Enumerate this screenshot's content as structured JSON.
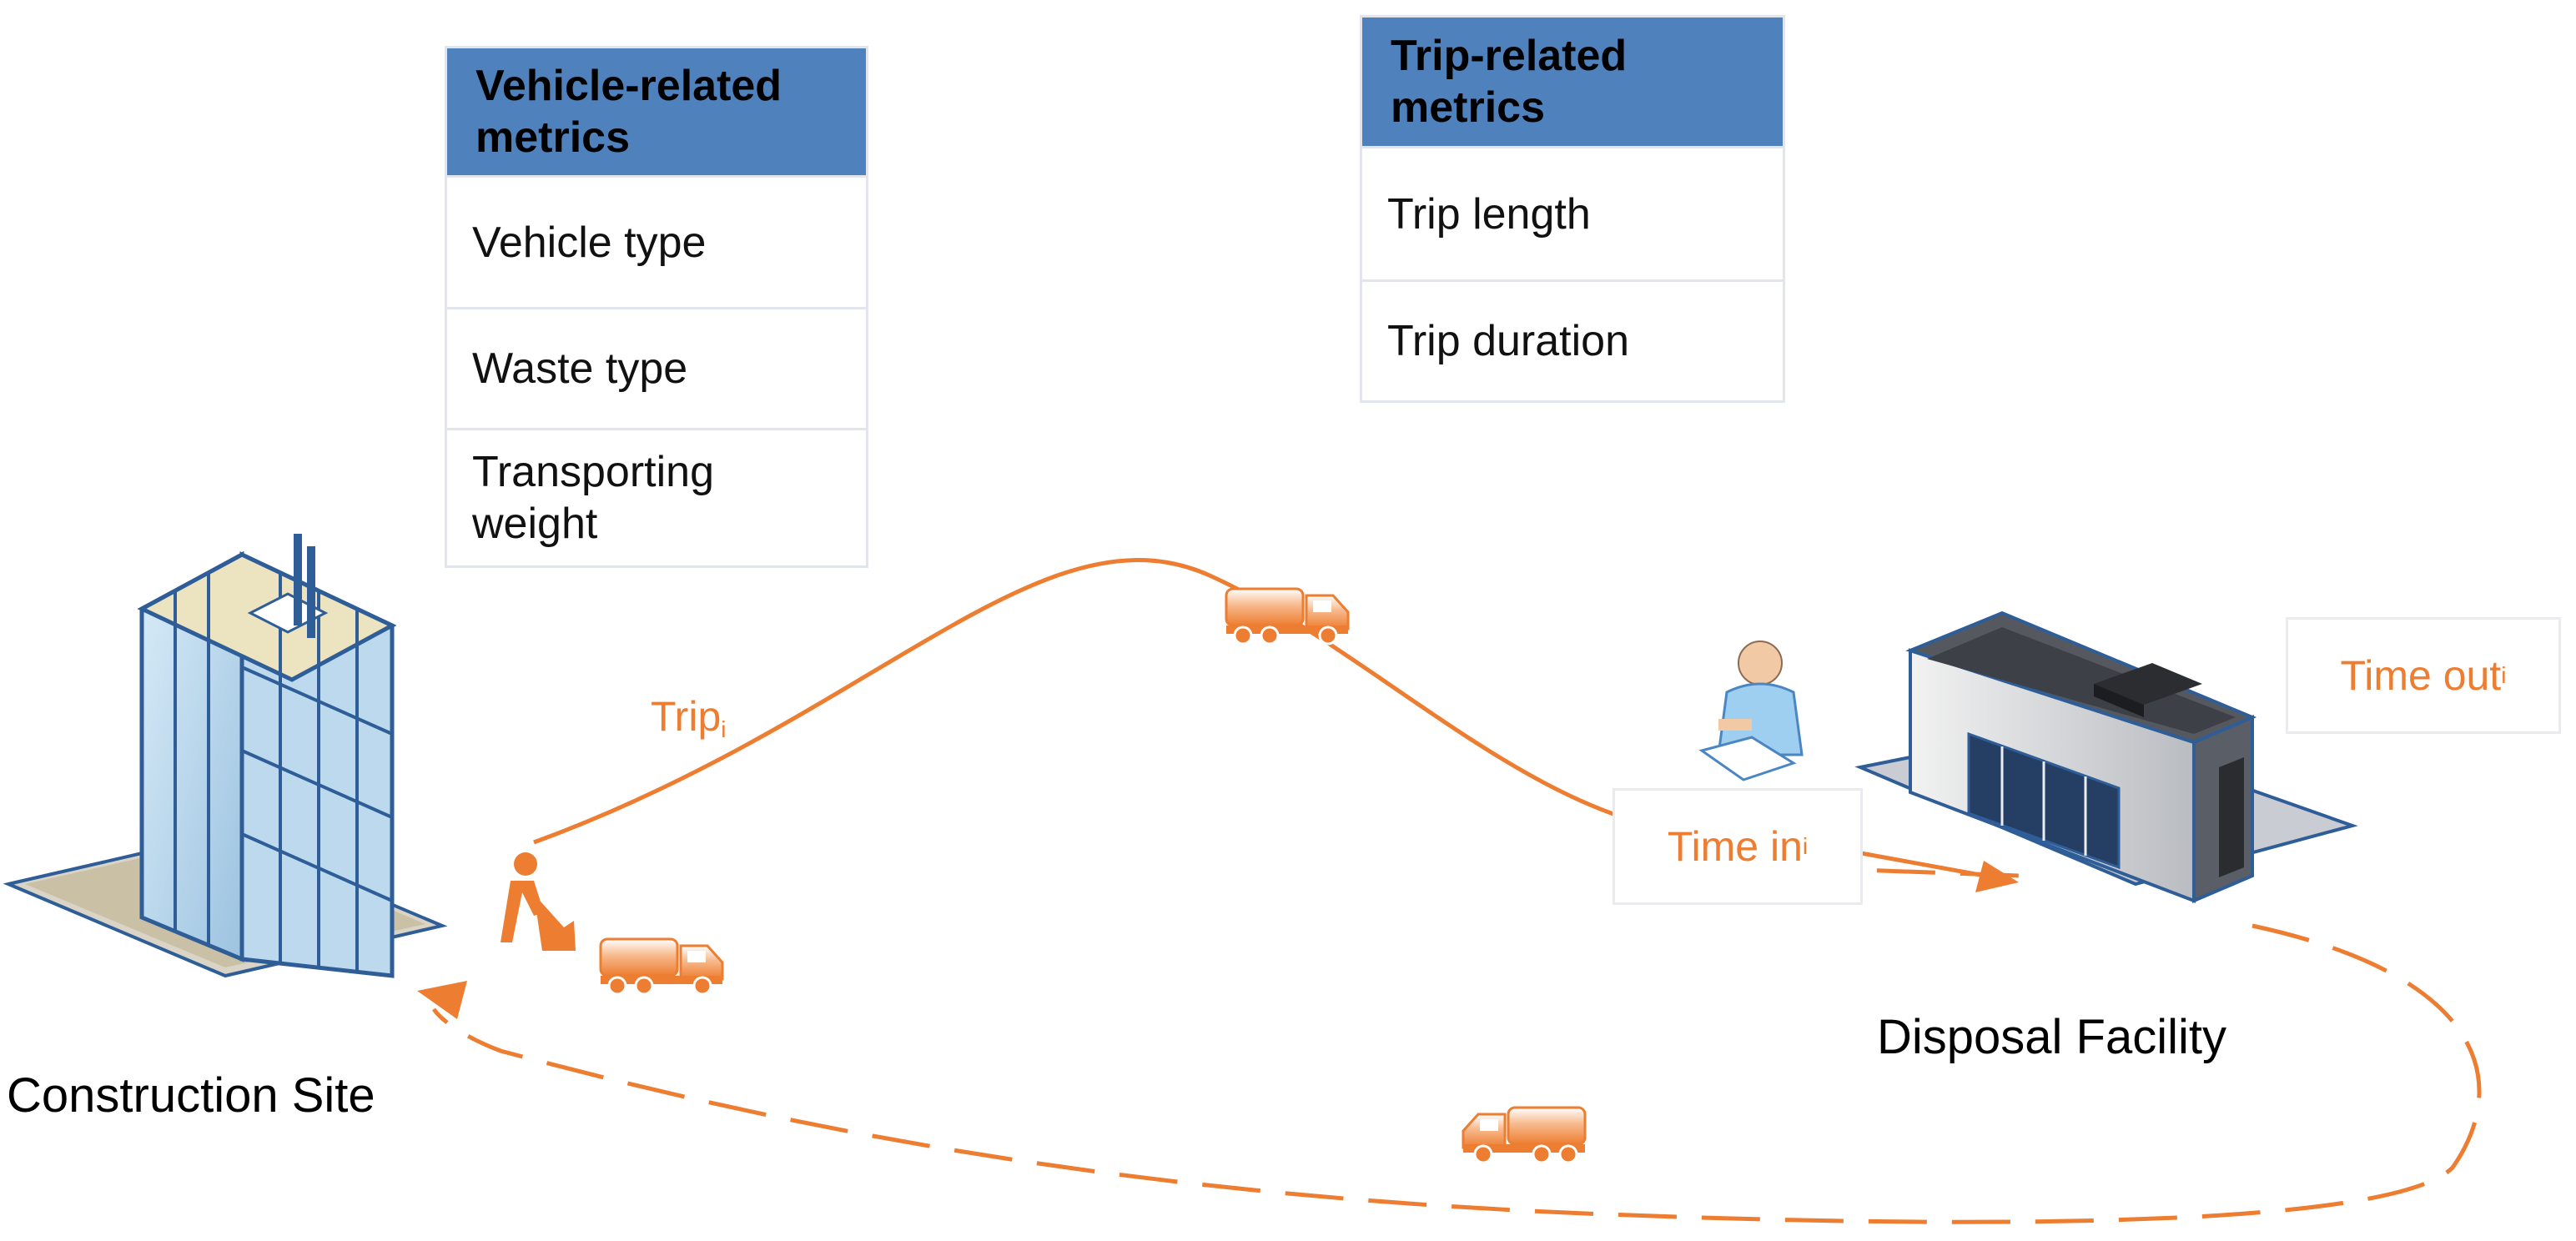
{
  "vehicle_metrics": {
    "header": "Vehicle-related metrics",
    "rows": [
      "Vehicle type",
      "Waste type",
      "Transporting weight"
    ]
  },
  "trip_metrics": {
    "header": "Trip-related metrics",
    "rows": [
      "Trip length",
      "Trip duration"
    ]
  },
  "labels": {
    "trip": "Trip",
    "trip_sub": "i",
    "time_in": "Time in",
    "time_in_sub": "i",
    "time_out": "Time out",
    "time_out_sub": "i",
    "construction_site": "Construction Site",
    "disposal_facility": "Disposal Facility"
  },
  "colors": {
    "accent_orange": "#ed7d31",
    "header_blue": "#4f81bd",
    "building_blue": "#2e5d97"
  },
  "icons": [
    "office-building-icon",
    "worker-digging-icon",
    "truck-icon",
    "clerk-icon",
    "disposal-facility-icon"
  ]
}
